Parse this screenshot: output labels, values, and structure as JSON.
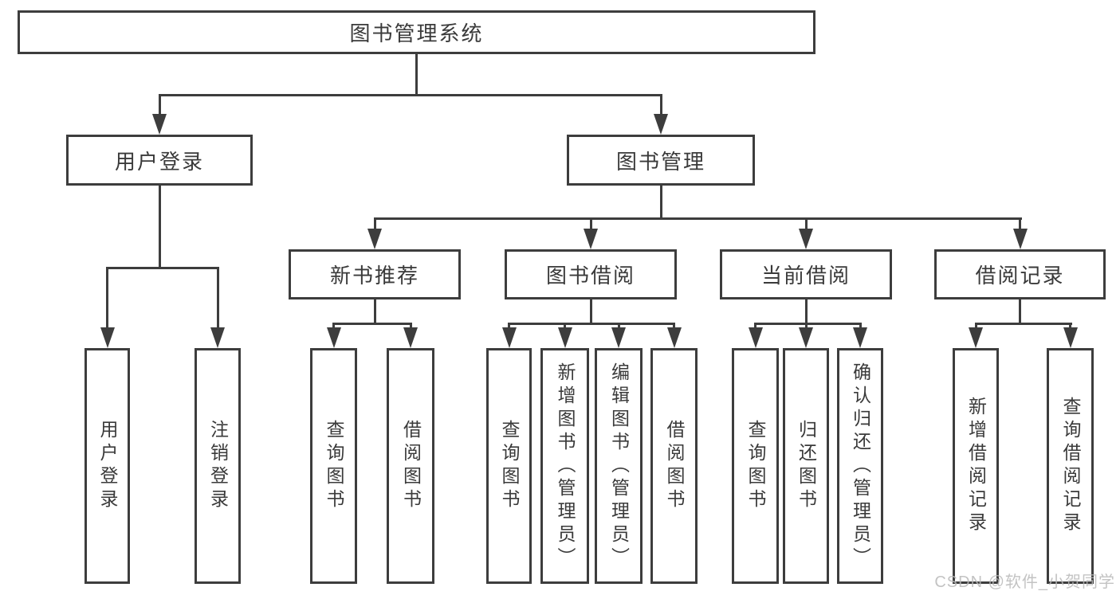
{
  "diagram": {
    "title": "图书管理系统",
    "watermark": "CSDN @软件_小贺同学",
    "line_color": "#3d3d3d",
    "background_color": "#ffffff",
    "nodes": [
      {
        "id": "root",
        "label": "图书管理系统",
        "parent": null
      },
      {
        "id": "user-login",
        "label": "用户登录",
        "parent": "root"
      },
      {
        "id": "book-management",
        "label": "图书管理",
        "parent": "root"
      },
      {
        "id": "leaf-user-login",
        "label": "用户登录",
        "parent": "user-login"
      },
      {
        "id": "leaf-logout",
        "label": "注销登录",
        "parent": "user-login"
      },
      {
        "id": "new-book-recommend",
        "label": "新书推荐",
        "parent": "book-management"
      },
      {
        "id": "book-borrowing",
        "label": "图书借阅",
        "parent": "book-management"
      },
      {
        "id": "current-borrowing",
        "label": "当前借阅",
        "parent": "book-management"
      },
      {
        "id": "borrowing-records",
        "label": "借阅记录",
        "parent": "book-management"
      },
      {
        "id": "leaf-query-books-recommend",
        "label": "查询图书",
        "parent": "new-book-recommend"
      },
      {
        "id": "leaf-borrow-books-recommend",
        "label": "借阅图书",
        "parent": "new-book-recommend"
      },
      {
        "id": "leaf-query-books-borrowing",
        "label": "查询图书",
        "parent": "book-borrowing"
      },
      {
        "id": "leaf-add-books-admin",
        "label": "新增图书（管理员）",
        "parent": "book-borrowing"
      },
      {
        "id": "leaf-edit-books-admin",
        "label": "编辑图书（管理员）",
        "parent": "book-borrowing"
      },
      {
        "id": "leaf-borrow-books-borrowing",
        "label": "借阅图书",
        "parent": "book-borrowing"
      },
      {
        "id": "leaf-query-books-current",
        "label": "查询图书",
        "parent": "current-borrowing"
      },
      {
        "id": "leaf-return-books",
        "label": "归还图书",
        "parent": "current-borrowing"
      },
      {
        "id": "leaf-confirm-return-admin",
        "label": "确认归还（管理员）",
        "parent": "current-borrowing"
      },
      {
        "id": "leaf-add-borrow-record",
        "label": "新增借阅记录",
        "parent": "borrowing-records"
      },
      {
        "id": "leaf-query-borrow-record",
        "label": "查询借阅记录",
        "parent": "borrowing-records"
      }
    ]
  }
}
